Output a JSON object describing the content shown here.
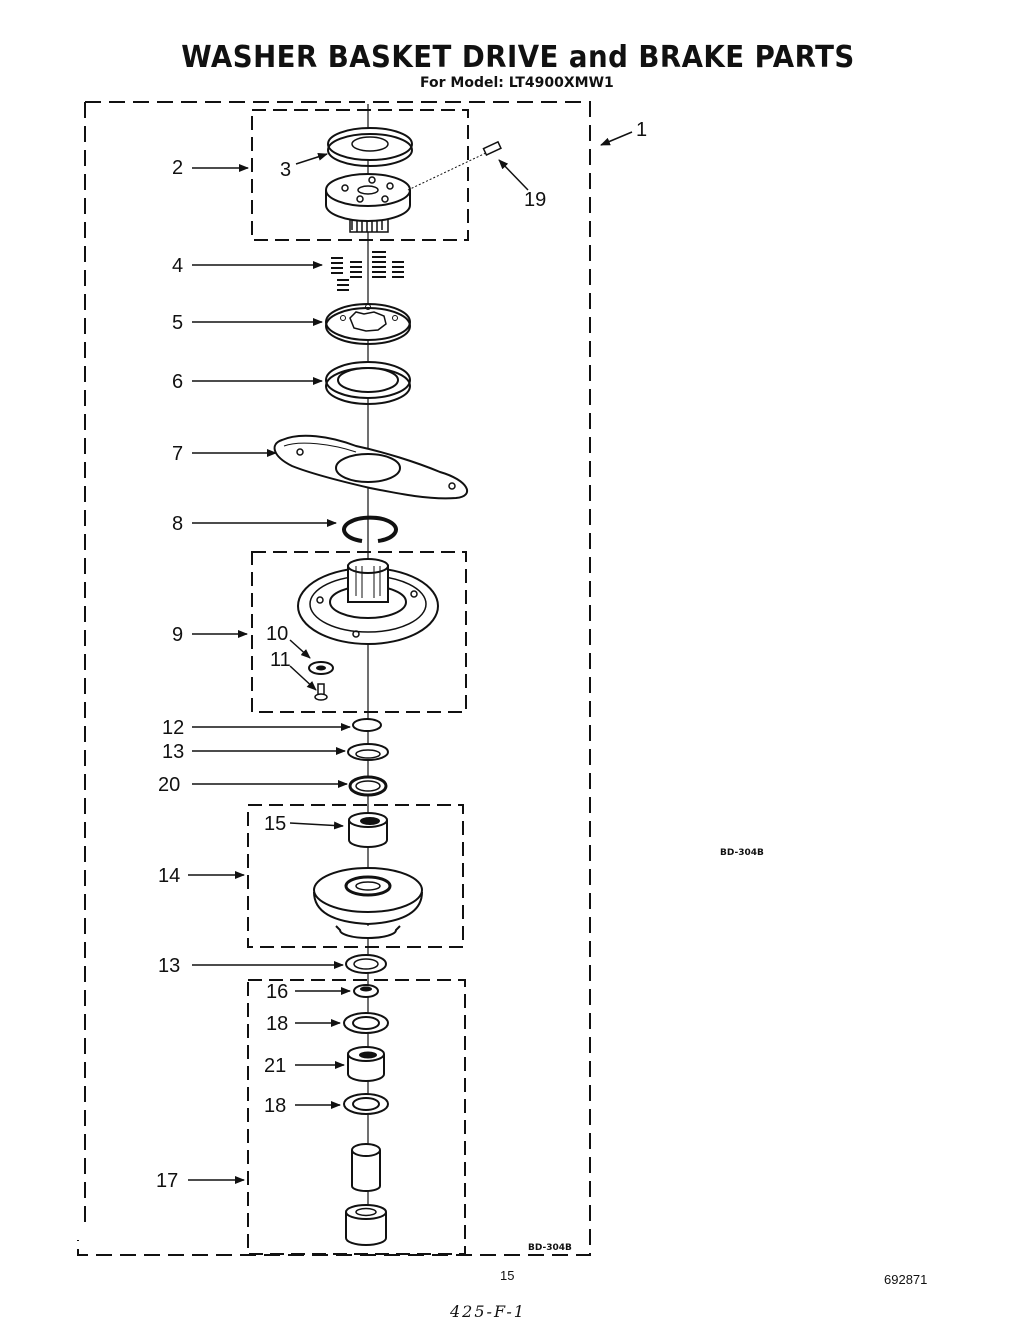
{
  "header": {
    "title": "WASHER BASKET DRIVE and BRAKE PARTS",
    "subtitle": "For Model: LT4900XMW1"
  },
  "callouts": [
    "1",
    "2",
    "3",
    "19",
    "4",
    "5",
    "6",
    "7",
    "8",
    "9",
    "10",
    "11",
    "12",
    "13",
    "20",
    "15",
    "14",
    "13",
    "16",
    "18",
    "21",
    "18",
    "17"
  ],
  "codes": {
    "side_code": "BD-304B",
    "box_code": "BD-304B"
  },
  "footer": {
    "page_number": "15",
    "doc_number": "692871",
    "handwritten": "425-F-1"
  }
}
